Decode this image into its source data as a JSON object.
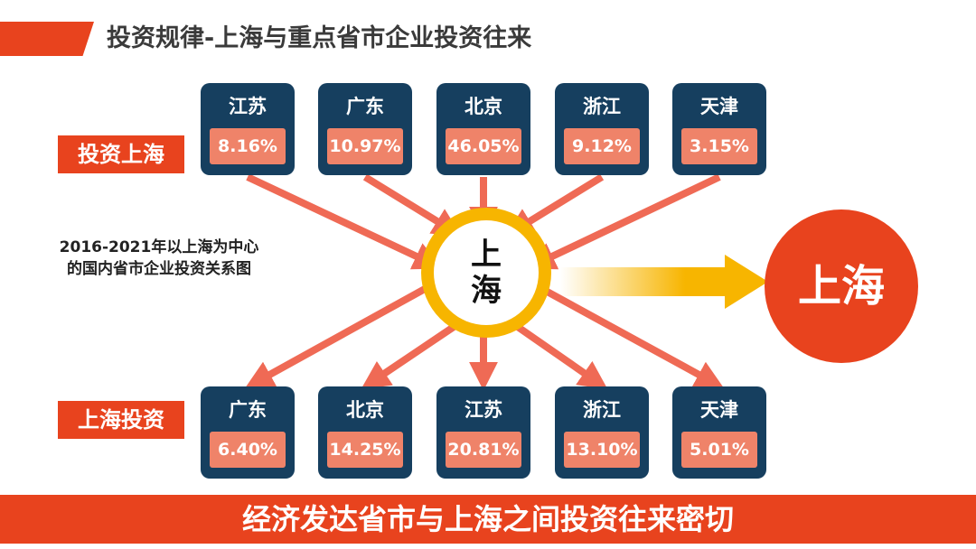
{
  "title": "投资规律-上海与重点省市企业投资往来",
  "invest_in_label": "投资上海",
  "invest_out_label": "上海投资",
  "top_row": [
    {
      "name": "江苏",
      "pct": "8.16%"
    },
    {
      "name": "广东",
      "pct": "10.97%"
    },
    {
      "name": "北京",
      "pct": "46.05%"
    },
    {
      "name": "浙江",
      "pct": "9.12%"
    },
    {
      "name": "天津",
      "pct": "3.15%"
    }
  ],
  "bottom_row": [
    {
      "name": "广东",
      "pct": "6.40%"
    },
    {
      "name": "北京",
      "pct": "14.25%"
    },
    {
      "name": "江苏",
      "pct": "20.81%"
    },
    {
      "name": "浙江",
      "pct": "13.10%"
    },
    {
      "name": "天津",
      "pct": "5.01%"
    }
  ],
  "caption_line1": "2016-2021年以上海为中心",
  "caption_line2": "的国内省市企业投资关系图",
  "center_line1": "上",
  "center_line2": "海",
  "big_circle": "上海",
  "conclusion": "经济发达省市与上海之间投资往来密切",
  "colors": {
    "accent": "#e8431e",
    "box": "#163f5f",
    "pct_bg": "#ef8369",
    "ring": "#f7b500",
    "arrow": "#ef6a55"
  }
}
